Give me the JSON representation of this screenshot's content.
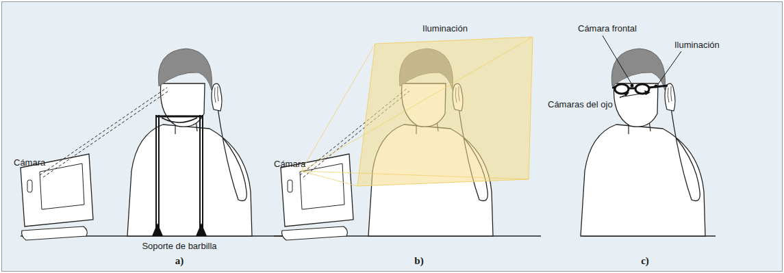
{
  "diagram": {
    "labels": [
      "Cámara",
      "Soporte de barbilla",
      "a)",
      "Iluminación",
      "Cámara",
      "b)",
      "Cámara frontal",
      "Iluminación",
      "Cámaras del ojo",
      "c)"
    ]
  }
}
